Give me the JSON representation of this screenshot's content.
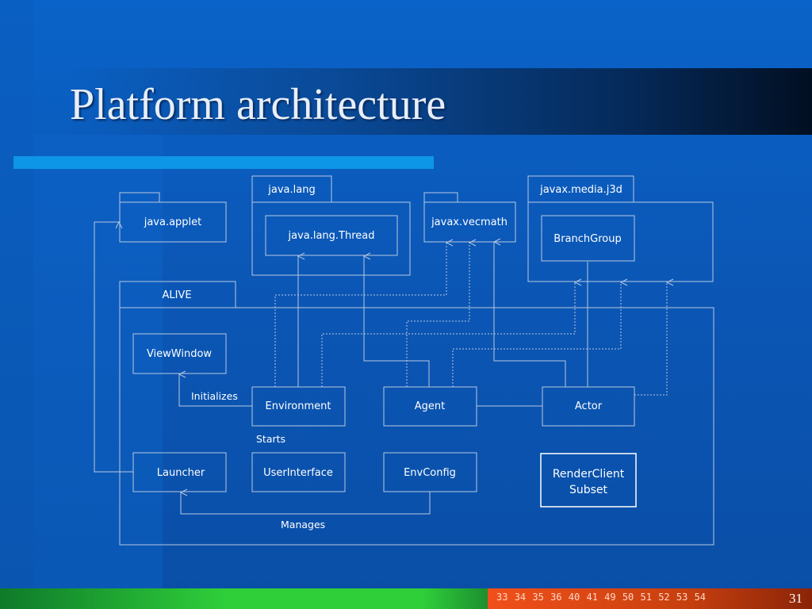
{
  "slide": {
    "title": "Platform architecture",
    "page_number": "31",
    "footer_links": [
      "33",
      "34",
      "35",
      "36",
      "40",
      "41",
      "49",
      "50",
      "51",
      "52",
      "53",
      "54"
    ]
  },
  "packages": {
    "java_applet": "java.applet",
    "java_lang": "java.lang",
    "java_lang_thread": "java.lang.Thread",
    "javax_vecmath": "javax.vecmath",
    "javax_media_j3d": "javax.media.j3d",
    "branch_group": "BranchGroup",
    "alive": "ALIVE"
  },
  "classes": {
    "view_window": "ViewWindow",
    "environment": "Environment",
    "agent": "Agent",
    "actor": "Actor",
    "launcher": "Launcher",
    "user_interface": "UserInterface",
    "env_config": "EnvConfig",
    "render_client_line1": "RenderClient",
    "render_client_line2": "Subset"
  },
  "relations": {
    "initializes": "Initializes",
    "starts": "Starts",
    "manages": "Manages"
  },
  "colors": {
    "background": "#0b57b6",
    "accent": "#0d96e8",
    "line": "#b8c8e0",
    "footer_green": "#2fcf3a",
    "footer_orange": "#f0501a"
  }
}
